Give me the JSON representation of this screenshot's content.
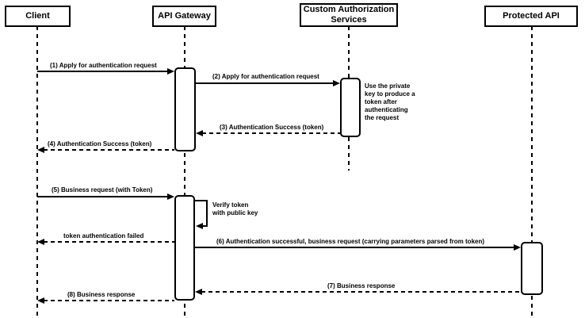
{
  "colors": {
    "stroke": "#000000",
    "background": "#ffffff"
  },
  "actors": [
    {
      "label": "Client"
    },
    {
      "label": "API Gateway"
    },
    {
      "label": "Custom Authorization Services"
    },
    {
      "label": "Protected API"
    }
  ],
  "messages": [
    {
      "label": "(1) Apply for authentication request",
      "from": "Client",
      "to": "API Gateway",
      "style": "solid"
    },
    {
      "label": "(2) Apply for authentication request",
      "from": "API Gateway",
      "to": "Custom Authorization Services",
      "style": "solid"
    },
    {
      "label": "(3) Authentication Success (token)",
      "from": "Custom Authorization Services",
      "to": "API Gateway",
      "style": "dashed"
    },
    {
      "label": "(4) Authentication Success (token)",
      "from": "API Gateway",
      "to": "Client",
      "style": "dashed"
    },
    {
      "label": "(5) Business request (with Token)",
      "from": "Client",
      "to": "API Gateway",
      "style": "solid"
    },
    {
      "label": "token authentication failed",
      "from": "API Gateway",
      "to": "Client",
      "style": "dashed"
    },
    {
      "label": "(6) Authentication successful, business request (carrying parameters parsed from token)",
      "from": "API Gateway",
      "to": "Protected API",
      "style": "solid"
    },
    {
      "label": "(7) Business response",
      "from": "Protected API",
      "to": "API Gateway",
      "style": "dashed"
    },
    {
      "label": "(8) Business response",
      "from": "API Gateway",
      "to": "Client",
      "style": "dashed"
    }
  ],
  "self_message": {
    "actor": "API Gateway",
    "line1": "Verify token",
    "line2": "with public key"
  },
  "note": {
    "actor": "Custom Authorization Services",
    "lines": [
      "Use the private",
      "key to produce a",
      "token after",
      "authenticating",
      "the request"
    ]
  }
}
